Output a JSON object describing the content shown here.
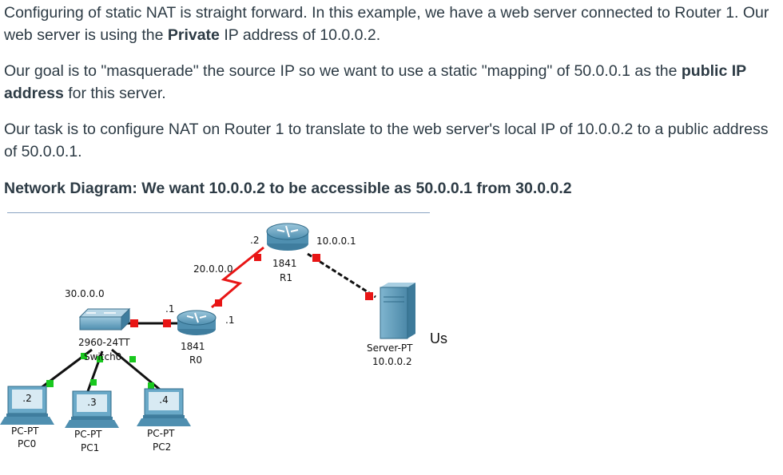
{
  "paragraph1": {
    "text_a": "Configuring of static NAT is straight forward. In this example, we have a web server connected to Router 1. Our web server is using the ",
    "bold": "Private",
    "text_b": " IP address of 10.0.0.2."
  },
  "paragraph2": {
    "text_a": "Our goal is to \"masquerade\" the source IP so we want to use  a static \"mapping\" of 50.0.0.1 as the ",
    "bold": "public IP address",
    "text_b": " for this server."
  },
  "paragraph3": {
    "text": "Our task is to configure NAT on Router 1 to translate  to the web server's local IP of 10.0.0.2  to a public address of  50.0.0.1."
  },
  "heading": "Network Diagram: We want 10.0.0.2 to be accessible as 50.0.0.1 from 30.0.0.2",
  "diagram": {
    "network_30": "30.0.0.0",
    "network_20": "20.0.0.0",
    "network_10": "10.0.0.1",
    "switch": {
      "model": "2960-24TT",
      "name": "Switch0",
      "port_label": ".1"
    },
    "router0": {
      "model": "1841",
      "name": "R0",
      "port_label": ".1"
    },
    "router1": {
      "model": "1841",
      "name": "R1",
      "port_label": ".2"
    },
    "server": {
      "model": "Server-PT",
      "ip": "10.0.0.2",
      "extra_label": "Us"
    },
    "pcs": [
      {
        "model": "PC-PT",
        "name": "PC0",
        "screen_label": ".2"
      },
      {
        "model": "PC-PT",
        "name": "PC1",
        "screen_label": ".3"
      },
      {
        "model": "PC-PT",
        "name": "PC2",
        "screen_label": ".4"
      }
    ]
  },
  "colors": {
    "text": "#2d3b45",
    "link_green": "#19c81e",
    "link_red": "#e81515",
    "device_blue": "#6aa9c8"
  }
}
